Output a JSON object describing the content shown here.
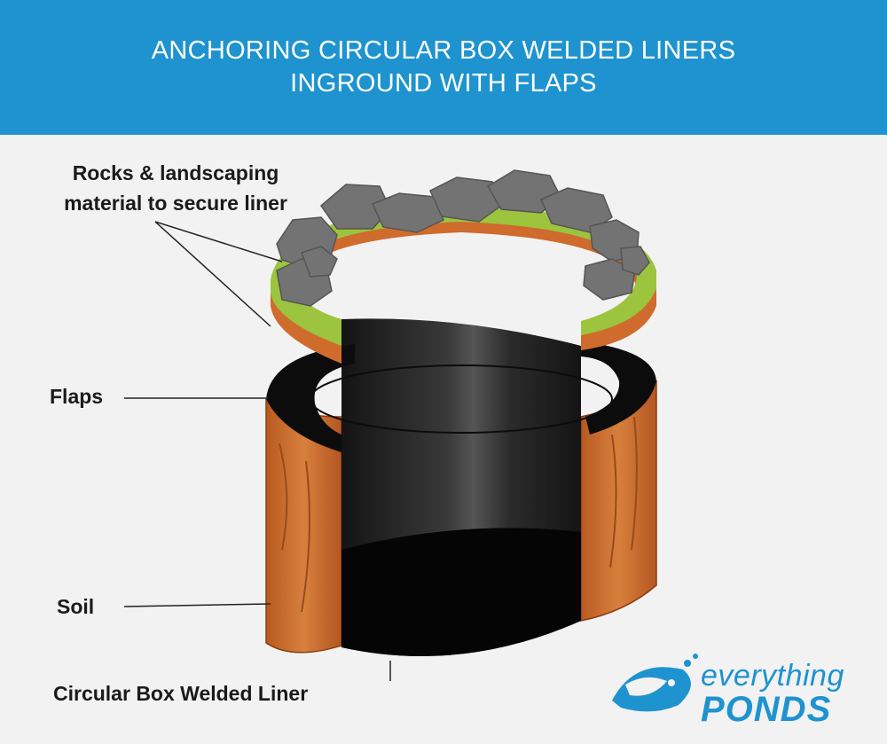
{
  "header": {
    "title_line1": "ANCHORING CIRCULAR BOX WELDED LINERS",
    "title_line2": "INGROUND WITH FLAPS"
  },
  "labels": {
    "rocks_line1": "Rocks & landscaping",
    "rocks_line2": "material to secure liner",
    "flaps": "Flaps",
    "soil": "Soil",
    "liner": "Circular Box Welded Liner"
  },
  "logo": {
    "top": "everything",
    "bottom": "PONDS"
  },
  "colors": {
    "header_bg": "#1e93cf",
    "background": "#f2f2f2",
    "soil": "#c8692a",
    "flap_green": "#8fb83a",
    "liner": "#111111",
    "rock": "#6f6f6f"
  }
}
